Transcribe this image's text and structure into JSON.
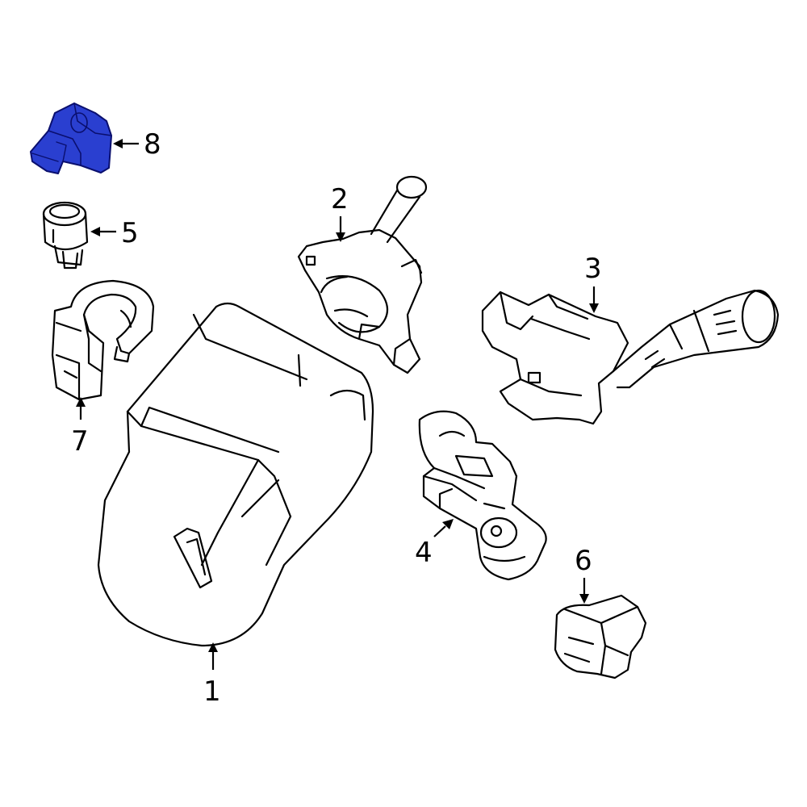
{
  "callouts": [
    {
      "id": "1",
      "label": "1"
    },
    {
      "id": "2",
      "label": "2"
    },
    {
      "id": "3",
      "label": "3"
    },
    {
      "id": "4",
      "label": "4"
    },
    {
      "id": "5",
      "label": "5"
    },
    {
      "id": "6",
      "label": "6"
    },
    {
      "id": "7",
      "label": "7"
    },
    {
      "id": "8",
      "label": "8"
    }
  ],
  "highlight": {
    "part": "8",
    "color": "#2A3FD0",
    "outline": "#0A0F6E"
  }
}
